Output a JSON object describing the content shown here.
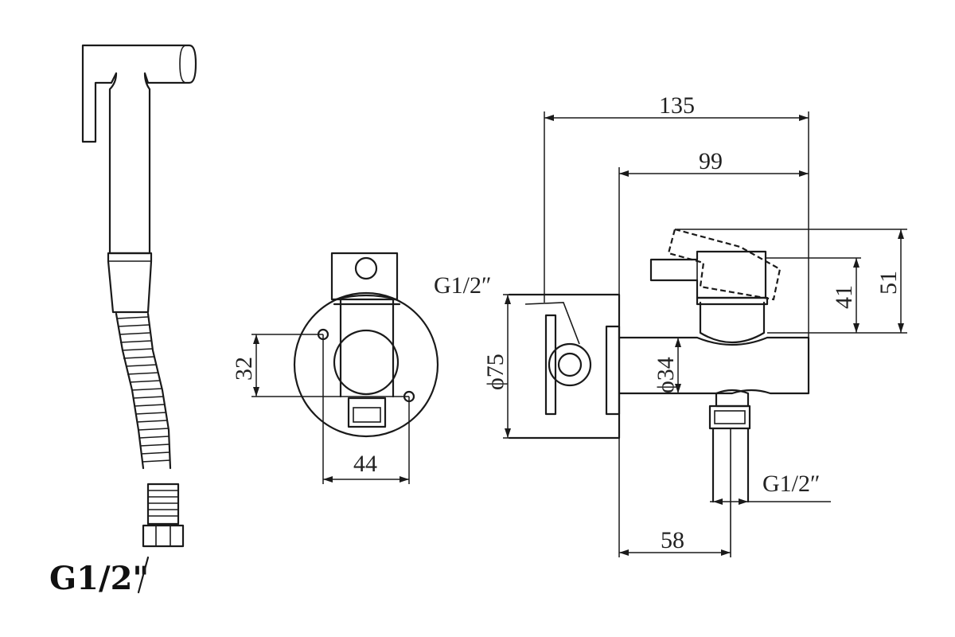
{
  "diagram": {
    "hose_thread_label": "G1/2\"",
    "side_view": {
      "overall_length": "135",
      "body_length": "99",
      "lever_height_max": "51",
      "lever_height": "41",
      "flange_diameter": "ϕ75",
      "body_diameter": "ϕ34",
      "outlet_offset": "58",
      "inlet_thread": "G1/2″",
      "outlet_thread": "G1/2″"
    },
    "front_view": {
      "hole_spacing_vertical": "32",
      "hole_spacing_horizontal": "44"
    }
  }
}
